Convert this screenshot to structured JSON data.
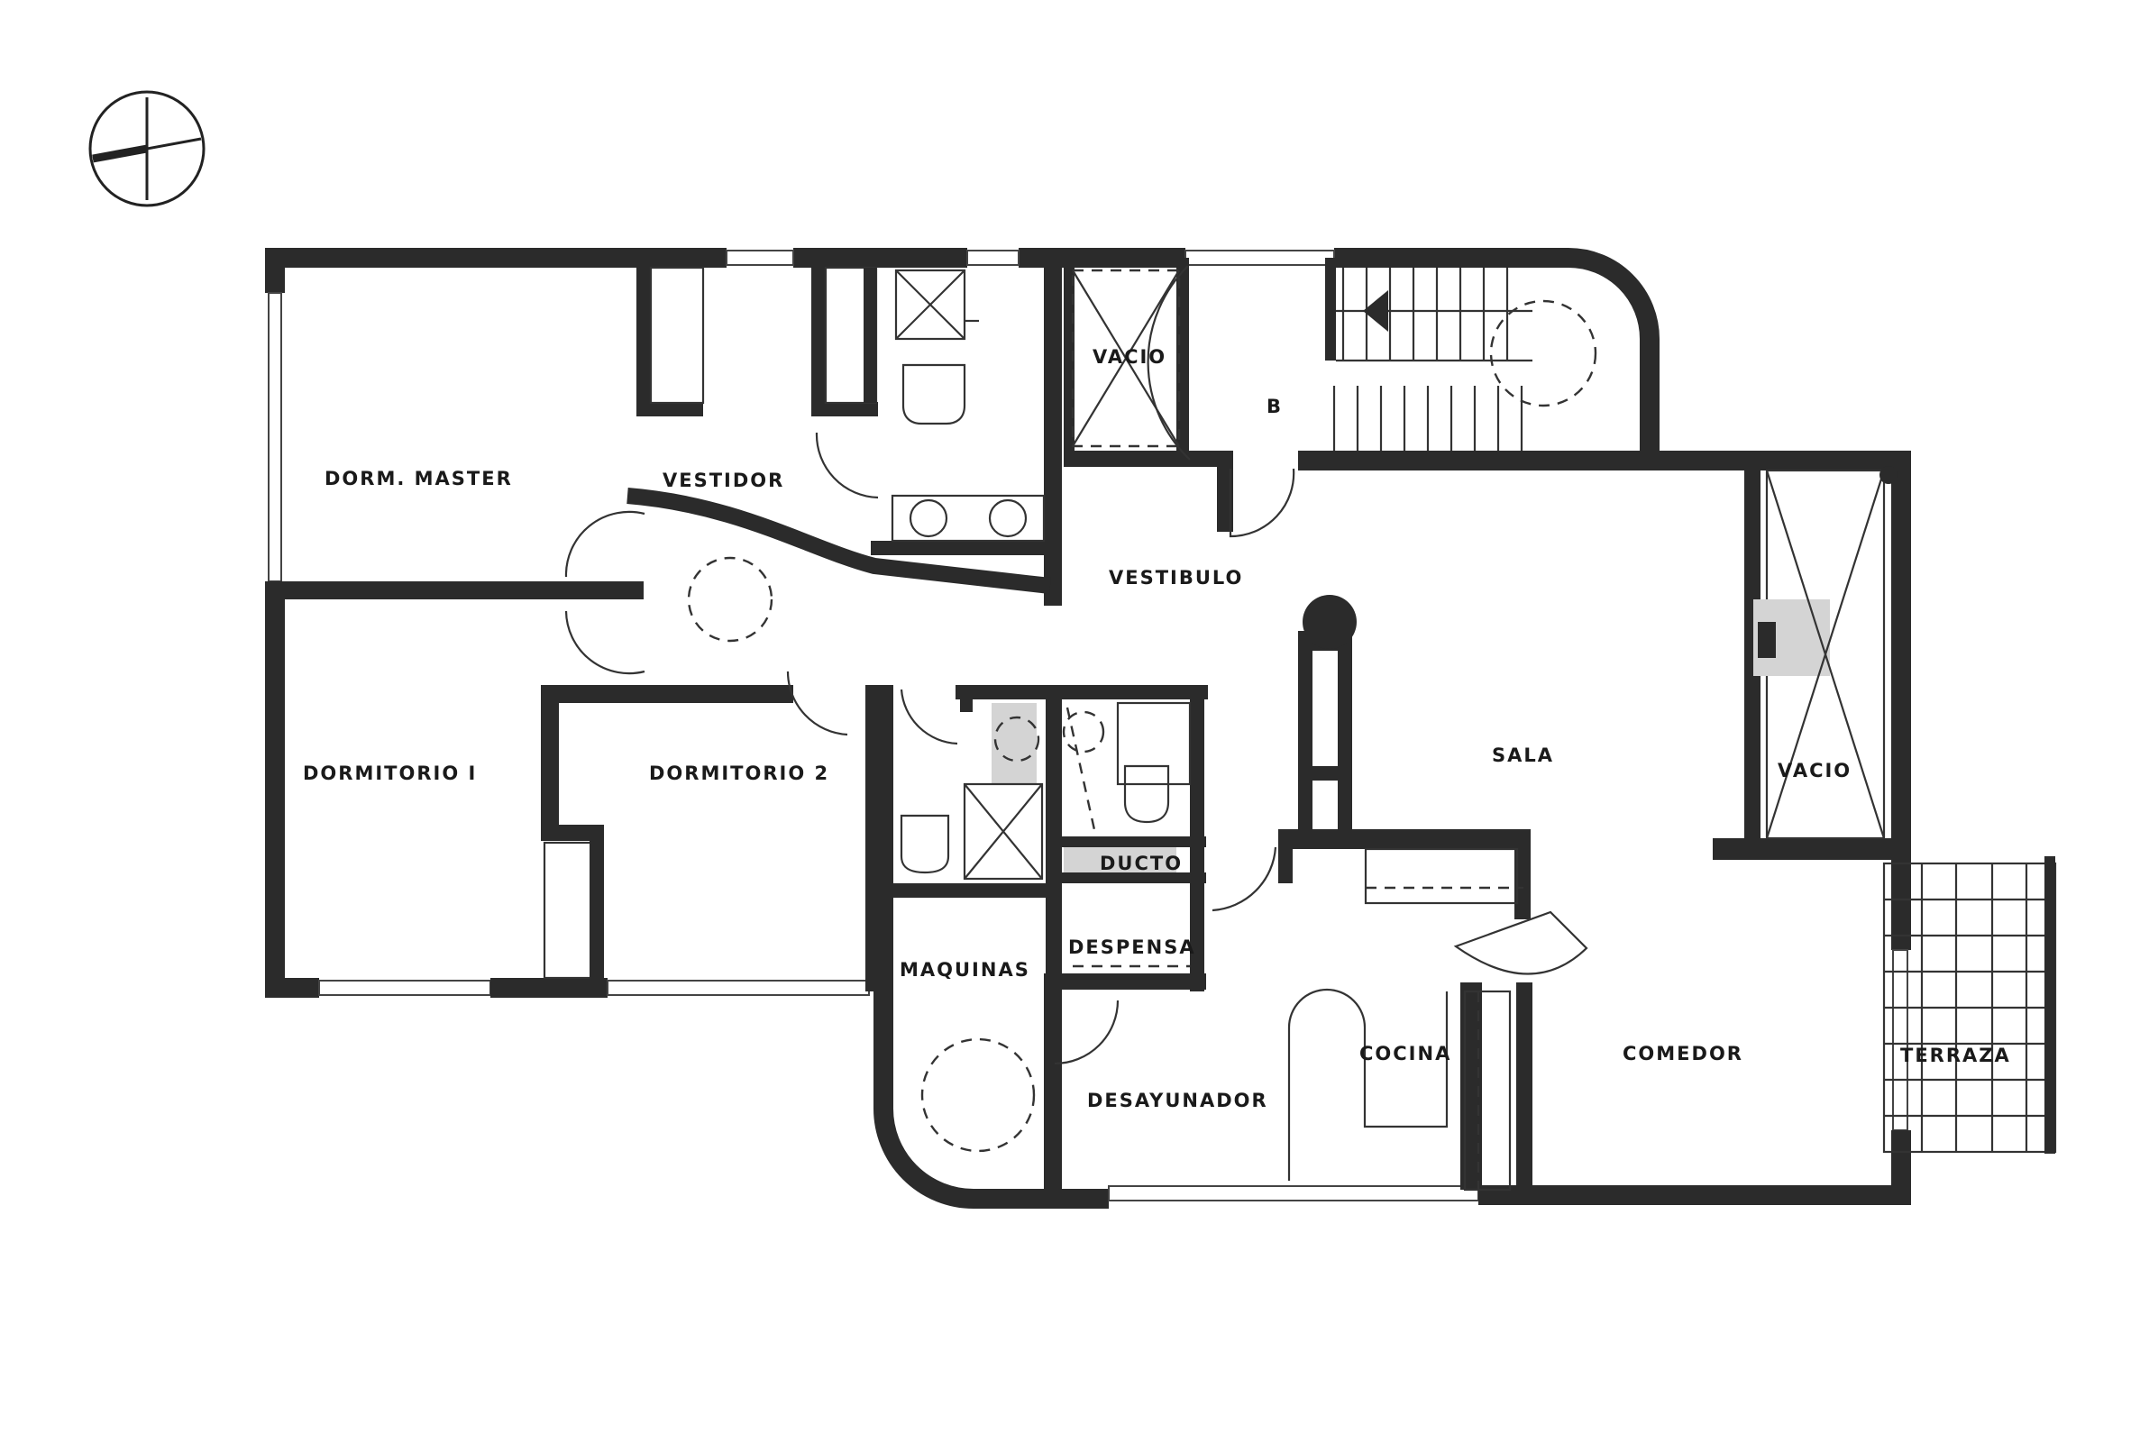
{
  "compass": {
    "icon": "north-arrow-icon"
  },
  "rooms": {
    "dorm_master": "DORM. MASTER",
    "vestidor": "VESTIDOR",
    "vacio_1": "VACIO",
    "b_mark": "B",
    "vestibulo": "VESTIBULO",
    "sala": "SALA",
    "vacio_2": "VACIO",
    "dormitorio_1": "DORMITORIO I",
    "dormitorio_2": "DORMITORIO 2",
    "ducto": "DUCTO",
    "despensa": "DESPENSA",
    "maquinas": "MAQUINAS",
    "desayunador": "DESAYUNADOR",
    "cocina": "COCINA",
    "comedor": "COMEDOR",
    "terraza": "TERRAZA"
  }
}
